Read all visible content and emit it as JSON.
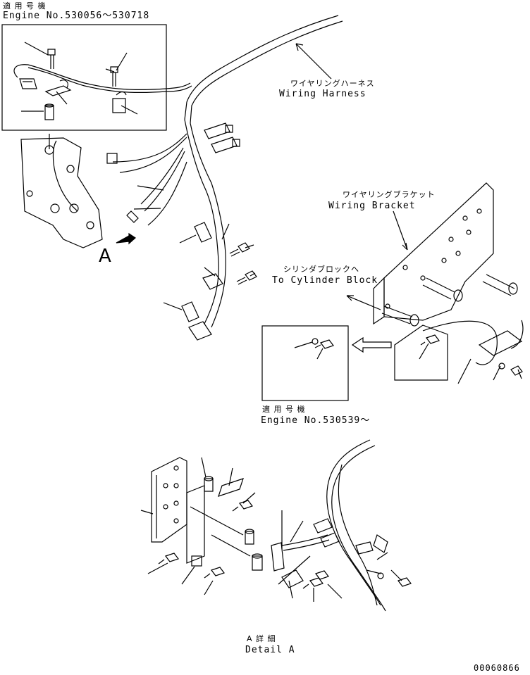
{
  "top_note": {
    "applicable_jp": "適 用 号 機",
    "engine_range": "Engine No.530056～530718"
  },
  "wiring_harness": {
    "jp": "ワイヤリングハーネス",
    "en": "Wiring Harness"
  },
  "wiring_bracket": {
    "jp": "ワイヤリングブラケット",
    "en": "Wiring Bracket"
  },
  "cylinder_block": {
    "jp": "シリンダブロックへ",
    "en": "To Cylinder Block"
  },
  "bottom_note": {
    "applicable_jp": "適 用 号 機",
    "engine_range": "Engine No.530539～"
  },
  "view_marker": "A",
  "detail": {
    "jp": "A 詳 細",
    "en": "Detail A"
  },
  "drawing_number": "00060866"
}
